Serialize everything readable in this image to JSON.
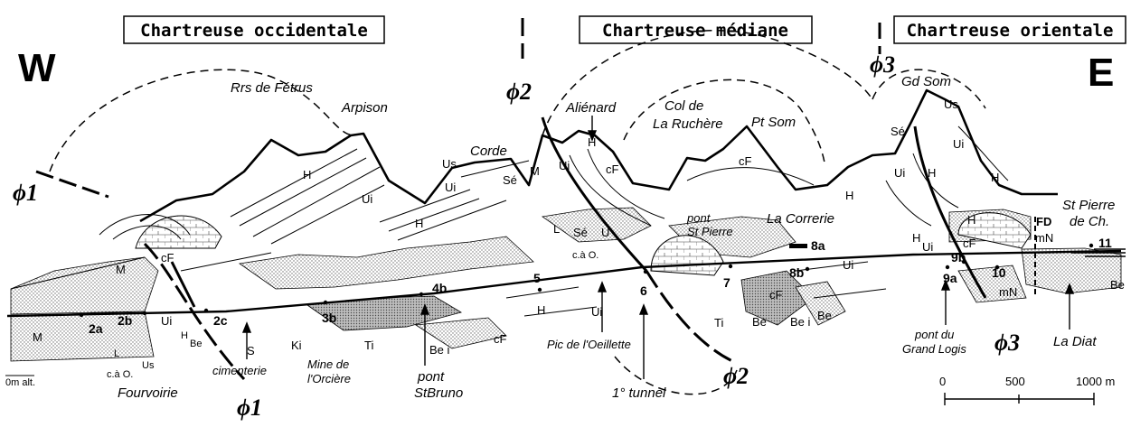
{
  "headers": [
    "Chartreuse occidentale",
    "Chartreuse médiane",
    "Chartreuse orientale"
  ],
  "directions": {
    "west": "W",
    "east": "E"
  },
  "faults": [
    "ϕ1",
    "ϕ2",
    "ϕ3"
  ],
  "summits": {
    "fetrus": "Rrs de Fétrus",
    "arpison": "Arpison",
    "corde": "Corde",
    "alienard": "Aliénard",
    "col_ruchere_1": "Col de",
    "col_ruchere_2": "La Ruchère",
    "pt_som": "Pt Som",
    "gd_som": "Gd Som",
    "st_pierre_1": "St Pierre",
    "st_pierre_2": "de Ch."
  },
  "places": {
    "fourvoirie": "Fourvoirie",
    "cimenterie": "cimenterie",
    "mine_1": "Mine de",
    "mine_2": "l'Orcière",
    "pont_bruno_1": "pont",
    "pont_bruno_2": "StBruno",
    "pic": "Pic de l'Oeillette",
    "tunnel": "1° tunnel",
    "pont_pierre_1": "pont",
    "pont_pierre_2": "St Pierre",
    "correrie": "La Correrie",
    "pont_logis_1": "pont du",
    "pont_logis_2": "Grand Logis",
    "la_diat": "La Diat",
    "alt": "0m alt.",
    "ca_o_left": "c.à O.",
    "ca_o_mid": "c.à O."
  },
  "formations": {
    "M": "M",
    "Ui": "Ui",
    "H": "H",
    "Se": "Sé",
    "Us": "Us",
    "cF": "cF",
    "Be": "Be",
    "Bei": "Be i",
    "Ki": "Ki",
    "Ti": "Ti",
    "S": "S",
    "L": "L",
    "U": "U",
    "mN": "mN",
    "FD": "FD"
  },
  "stations": [
    "2a",
    "2b",
    "2c",
    "3b",
    "4b",
    "5",
    "6",
    "7",
    "8a",
    "8b",
    "9a",
    "9b",
    "10",
    "11"
  ],
  "scale": {
    "ticks": [
      "0",
      "500",
      "1000 m"
    ]
  },
  "colors": {
    "ink": "#000000",
    "stipple": "#bdbdbd",
    "dense": "#9a9a9a",
    "paper": "#ffffff"
  }
}
